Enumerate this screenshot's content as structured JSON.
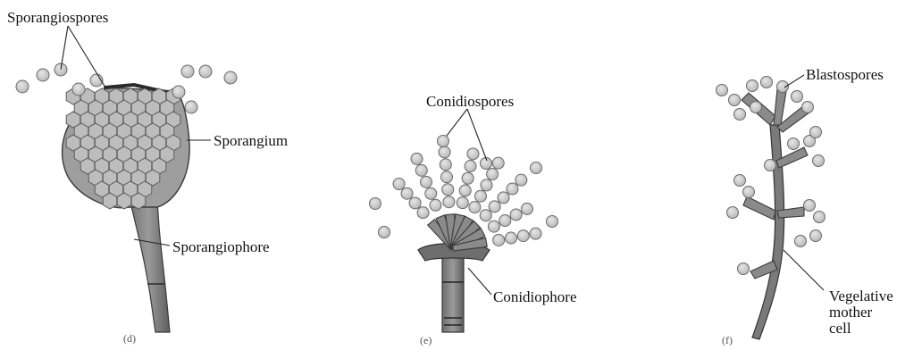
{
  "figure": {
    "panels": [
      {
        "id": "d",
        "letter": "(d)",
        "labels": {
          "sporangiospores": "Sporangiospores",
          "sporangium": "Sporangium",
          "sporangiophore": "Sporangiophore"
        }
      },
      {
        "id": "e",
        "letter": "(e)",
        "labels": {
          "conidiospores": "Conidiospores",
          "conidiophore": "Conidiophore"
        }
      },
      {
        "id": "f",
        "letter": "(f)",
        "labels": {
          "blastospores": "Blastospores",
          "vegetative_line1": "Vegelative",
          "vegetative_line2": "mother",
          "vegetative_line3": "cell"
        }
      }
    ]
  },
  "colors": {
    "spore_fill": "#c9c9c9",
    "spore_edge": "#6a6a6a",
    "stalk_fill": "#8a8a8a",
    "stalk_edge": "#3a3a3a",
    "line": "#222222"
  }
}
